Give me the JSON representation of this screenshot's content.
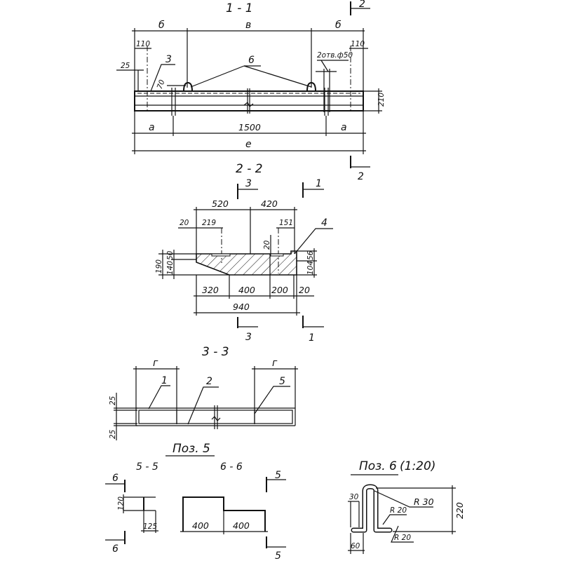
{
  "section_1_1": {
    "title": "1 - 1",
    "cut_marker_top": "2",
    "cut_marker_bottom": "2",
    "dims_top": [
      "б",
      "в",
      "б"
    ],
    "dim_left_110": "110",
    "dim_right_110": "110",
    "dim_left_25": "25",
    "dim_70": "70",
    "dim_height": "210",
    "holes_note": "2отв.ф50",
    "callout_3": "3",
    "callout_6": "6",
    "dims_bottom": [
      "a",
      "1500",
      "a"
    ],
    "dim_overall": "e"
  },
  "section_2_2": {
    "title": "2 - 2",
    "cut_3_top": "3",
    "cut_1_top": "1",
    "cut_3_bottom": "3",
    "cut_1_bottom": "1",
    "dim_520": "520",
    "dim_420": "420",
    "dim_20_top": "20",
    "dim_219": "219",
    "dim_151": "151",
    "dim_20_vert": "20",
    "callout_4": "4",
    "dim_190": "190",
    "dim_140": "140",
    "dim_50": "50",
    "dim_104": "104",
    "dim_56": "56",
    "dims_bottom": [
      "320",
      "400",
      "200",
      "20"
    ],
    "dim_overall": "940"
  },
  "section_3_3": {
    "title": "3 - 3",
    "dim_left": "г",
    "dim_right": "г",
    "callout_1": "1",
    "callout_2": "2",
    "callout_5": "5",
    "dim_25_top": "25",
    "dim_25_bottom": "25"
  },
  "poz_5": {
    "title": "Поз. 5",
    "view_5_5": "5 - 5",
    "view_6_6": "6 - 6",
    "cut_6_top": "6",
    "cut_6_bottom": "6",
    "cut_5_top": "5",
    "cut_5_bottom": "5",
    "dim_120": "120",
    "dim_125": "125",
    "dim_400_left": "400",
    "dim_400_right": "400"
  },
  "poz_6": {
    "title": "Поз. 6",
    "scale": "(1:20)",
    "dim_30": "30",
    "dim_60": "60",
    "dim_220": "220",
    "radius_30": "R 30",
    "radius_20_top": "R 20",
    "radius_20_bottom": "R 20"
  }
}
